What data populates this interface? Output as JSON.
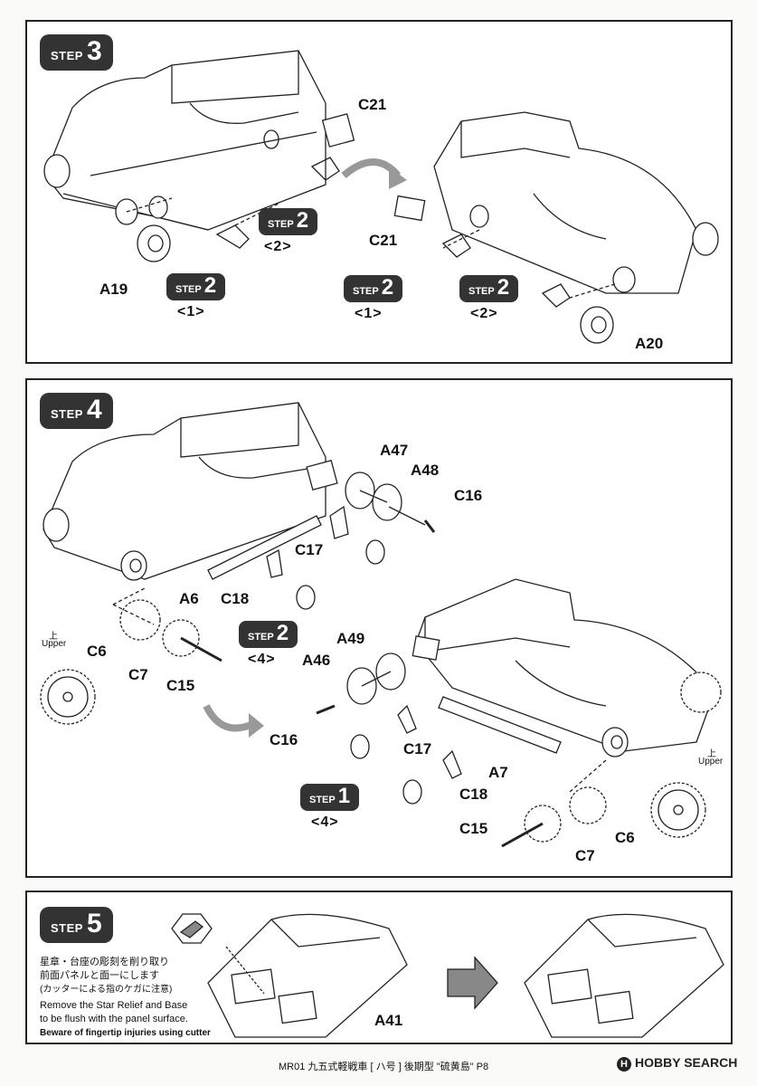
{
  "step3": {
    "badge_word": "STEP",
    "badge_num": "3",
    "sub_word": "STEP",
    "sub_num": "2",
    "labels": [
      "C21",
      "C21",
      "A19",
      "A20"
    ],
    "sub_labels": [
      "<2>",
      "<1>",
      "<1>",
      "<2>"
    ]
  },
  "step4": {
    "badge_word": "STEP",
    "badge_num": "4",
    "sub_word": "STEP",
    "sub2_num": "2",
    "sub1_num": "1",
    "sub_labels": [
      "<4>",
      "<4>"
    ],
    "labels": [
      "A47",
      "A48",
      "C16",
      "C17",
      "A6",
      "C18",
      "C6",
      "C7",
      "C15",
      "A49",
      "A46",
      "C16",
      "C17",
      "A7",
      "C18",
      "C15",
      "C7",
      "C6"
    ],
    "upper_jp": "上",
    "upper_en": "Upper"
  },
  "step5": {
    "badge_word": "STEP",
    "badge_num": "5",
    "jp_note_1": "星章・台座の彫刻を削り取り",
    "jp_note_2": "前面パネルと面一にします",
    "jp_note_3": "(カッターによる指のケガに注意)",
    "en_note_1": "Remove the Star Relief and Base",
    "en_note_2": "to be flush with the panel surface.",
    "en_warn": "Beware of fingertip injuries using cutter",
    "label": "A41"
  },
  "footer": {
    "text": "MR01   九五式軽戦車 [ ハ号 ] 後期型  \"硫黄島\"   P8",
    "logo": "HOBBY SEARCH"
  }
}
